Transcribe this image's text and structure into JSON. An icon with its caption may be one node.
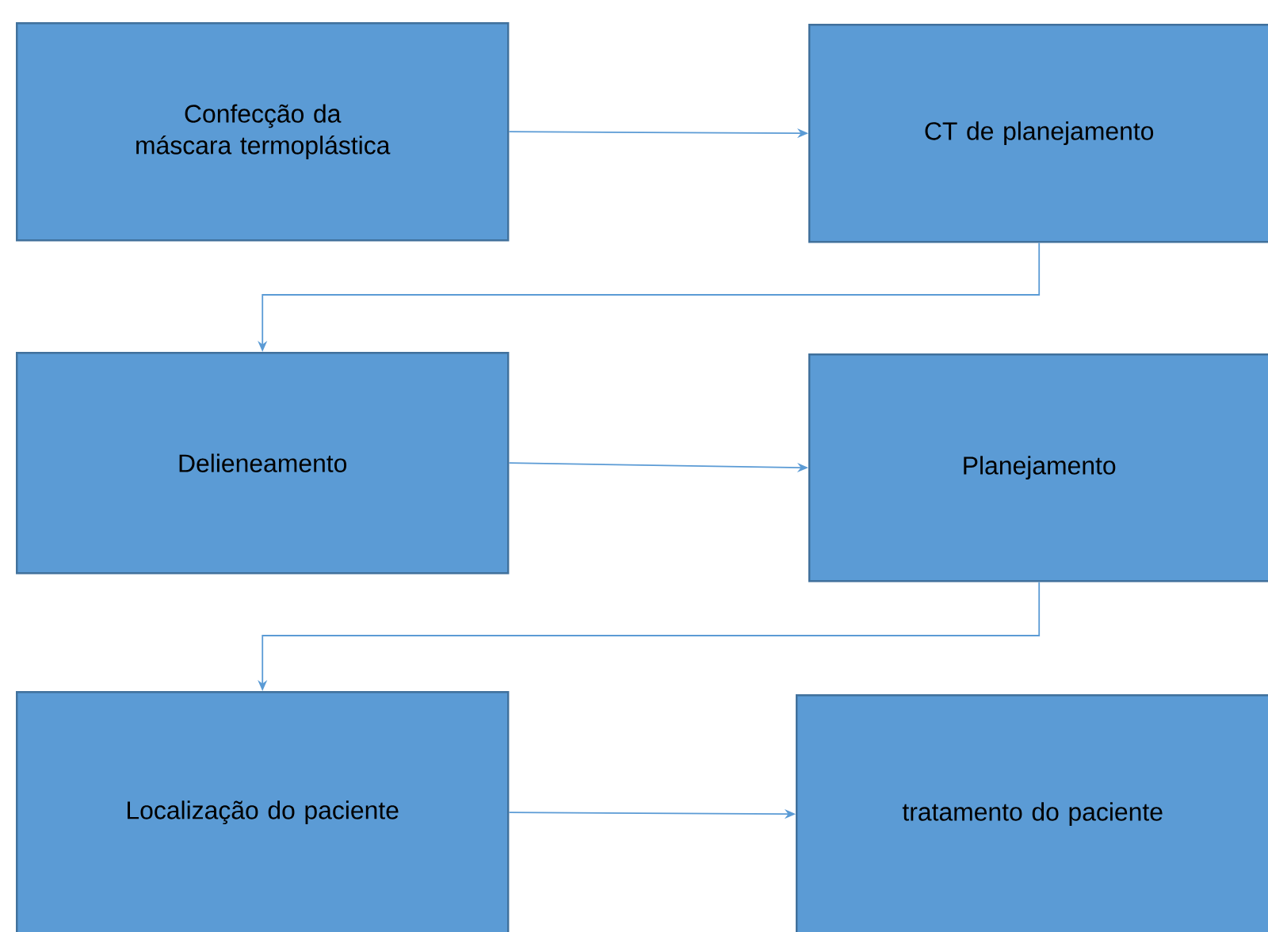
{
  "diagram": {
    "nodes": [
      {
        "text": [
          "Confecção da máscara termoplástica"
        ]
      },
      {
        "text": [
          "CT de planejamento"
        ]
      },
      {
        "text": [
          "Delieneamento"
        ]
      },
      {
        "text": [
          "Planejamento"
        ]
      },
      {
        "text": [
          "Localização do paciente"
        ]
      },
      {
        "text": [
          "tratamento do paciente"
        ]
      }
    ],
    "edges": [
      {
        "from": 0,
        "to": 1,
        "arrow": "to"
      },
      {
        "from": 1,
        "to": 2,
        "arrow": "to"
      },
      {
        "from": 2,
        "to": 3,
        "arrow": "to"
      },
      {
        "from": 3,
        "to": 4,
        "arrow": "to"
      },
      {
        "from": 4,
        "to": 5,
        "arrow": "to"
      }
    ]
  }
}
